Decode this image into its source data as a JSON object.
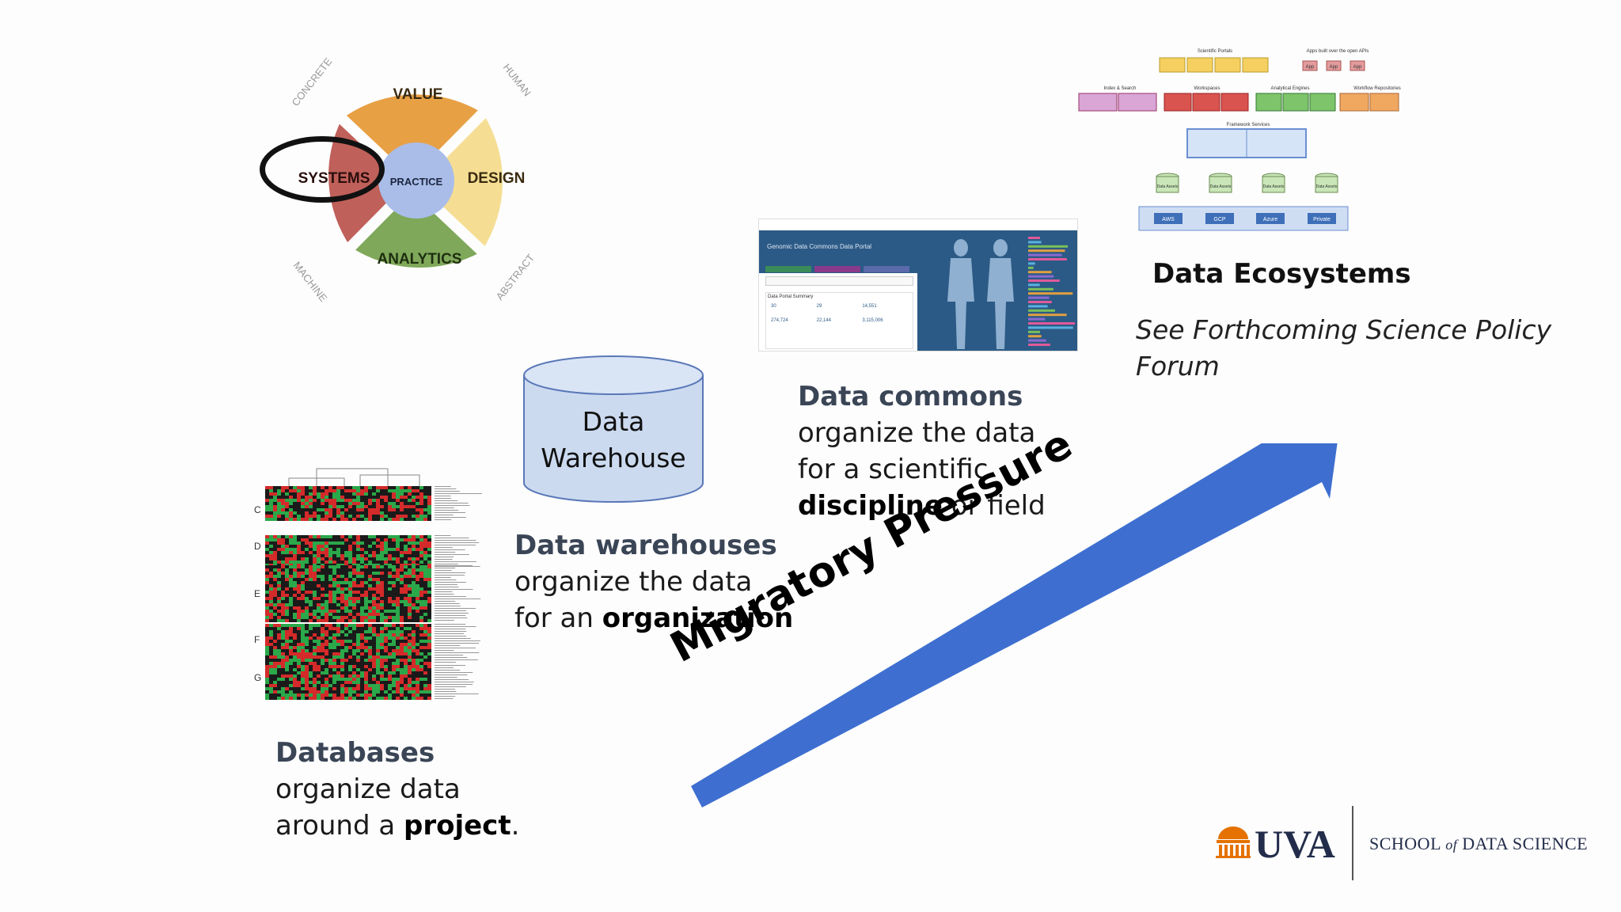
{
  "wheel": {
    "value": "VALUE",
    "design": "DESIGN",
    "analytics": "ANALYTICS",
    "systems": "SYSTEMS",
    "practice": "PRACTICE",
    "concrete": "CONCRETE",
    "human": "HUMAN",
    "machine": "MACHINE",
    "abstract": "ABSTRACT"
  },
  "warehouse_cylinder": {
    "line1": "Data",
    "line2": "Warehouse"
  },
  "databases": {
    "heading": "Databases",
    "line1": "organize data",
    "pre": "around a ",
    "bold": "project",
    "post": "."
  },
  "warehouses": {
    "heading": "Data warehouses",
    "line1": "organize the data",
    "pre": "for an ",
    "bold": "organization"
  },
  "commons": {
    "heading": "Data commons",
    "line1": "organize the data",
    "line2": "for a scientific",
    "bold": "discipline",
    "post": " or field"
  },
  "ecosystems": {
    "heading": "Data Ecosystems",
    "note": "See Forthcoming Science Policy Forum"
  },
  "arrow_label": "Migratory Pressure",
  "heatmap_rows": [
    "C",
    "D",
    "E",
    "F",
    "G"
  ],
  "portal": {
    "title": "Genomic Data Commons Data Portal",
    "summary": "Data Portal Summary",
    "stats": [
      "30",
      "29",
      "14,551",
      "274,724",
      "22,144",
      "3,115,006"
    ]
  },
  "eco_arch": {
    "scientific_portals": "Scientific Portals",
    "apps": "Apps built over the open APIs",
    "app_labels": [
      "App",
      "App",
      "App"
    ],
    "index_search": "Index & Search",
    "workspaces": "Workspaces",
    "analytical_engines": "Analytical Engines",
    "workflow_repos": "Workflow Repositories",
    "framework_services": "Framework Services",
    "data_assets": [
      "Data Assets",
      "Data Assets",
      "Data Assets",
      "Data Assets"
    ],
    "clouds": [
      "AWS",
      "GCP",
      "Azure",
      "Private"
    ]
  },
  "logo": {
    "uva": "UVA",
    "school_pre": "SCHOOL ",
    "school_of": "of",
    "school_post": " DATA SCIENCE"
  },
  "colors": {
    "value": "#E8A045",
    "design": "#F5DE93",
    "analytics": "#7FA85A",
    "systems": "#C0605A",
    "practice": "#A9BDE8",
    "arrow": "#3E6FD0",
    "uva_orange": "#E57200",
    "uva_navy": "#232D4B"
  }
}
